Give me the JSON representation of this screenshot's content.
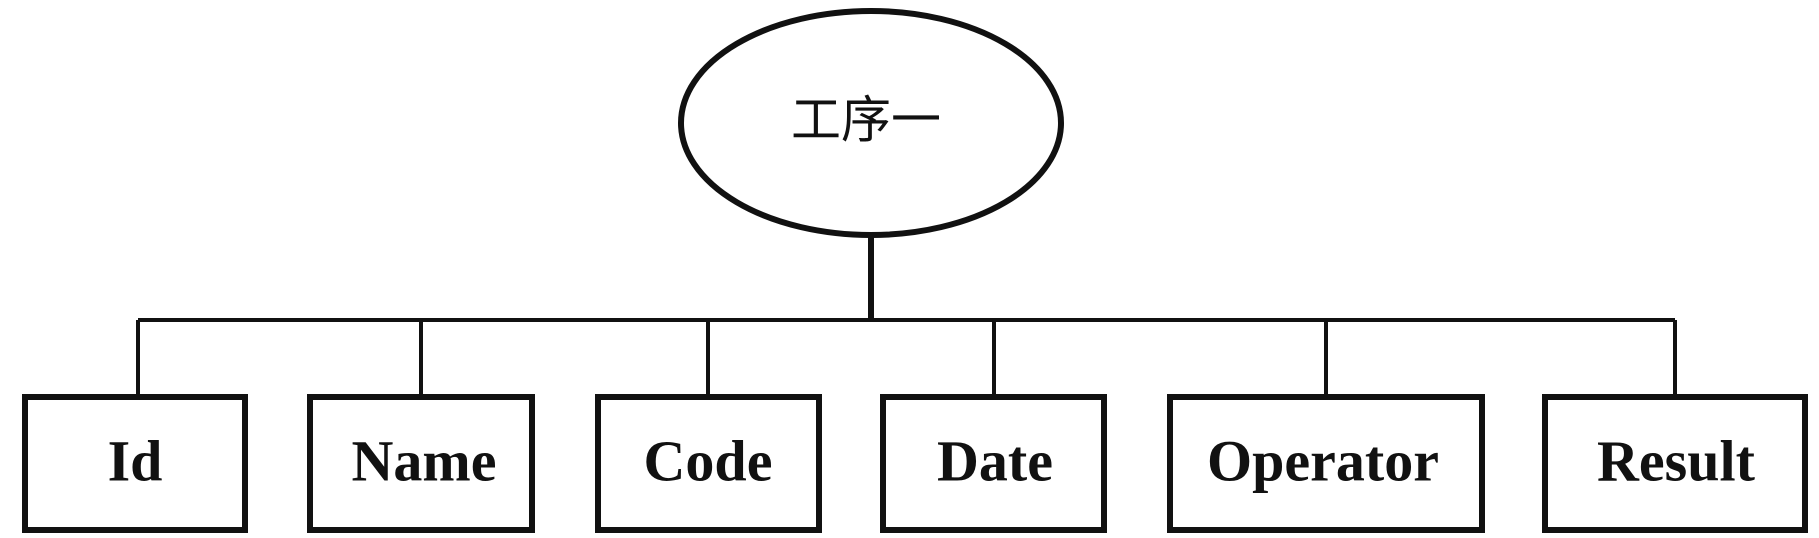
{
  "diagram": {
    "root": {
      "label": "工序一"
    },
    "attributes": [
      {
        "label": "Id"
      },
      {
        "label": "Name"
      },
      {
        "label": "Code"
      },
      {
        "label": "Date"
      },
      {
        "label": "Operator"
      },
      {
        "label": "Result"
      }
    ],
    "colors": {
      "stroke": "#111111",
      "background": "#ffffff"
    }
  }
}
